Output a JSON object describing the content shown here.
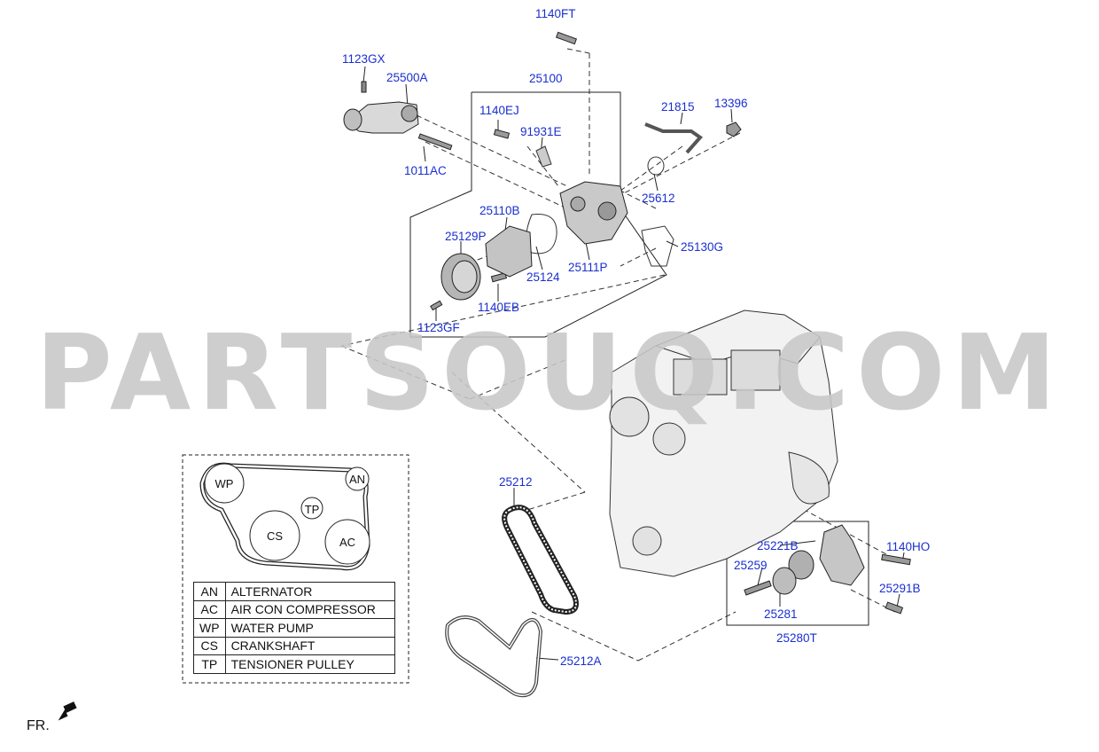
{
  "watermark": "PARTSOUQ.COM",
  "callouts": [
    {
      "id": "1140FT"
    },
    {
      "id": "1123GX"
    },
    {
      "id": "25500A"
    },
    {
      "id": "25100"
    },
    {
      "id": "1140EJ"
    },
    {
      "id": "91931E"
    },
    {
      "id": "21815"
    },
    {
      "id": "13396"
    },
    {
      "id": "1011AC"
    },
    {
      "id": "25612"
    },
    {
      "id": "25110B"
    },
    {
      "id": "25129P"
    },
    {
      "id": "25130G"
    },
    {
      "id": "25124"
    },
    {
      "id": "25111P"
    },
    {
      "id": "1140EB"
    },
    {
      "id": "1123GF"
    },
    {
      "id": "25212"
    },
    {
      "id": "25221B"
    },
    {
      "id": "1140HO"
    },
    {
      "id": "25259"
    },
    {
      "id": "25291B"
    },
    {
      "id": "25281"
    },
    {
      "id": "25280T"
    },
    {
      "id": "25212A"
    }
  ],
  "belt_layout": {
    "pulleys": [
      {
        "code": "WP"
      },
      {
        "code": "AN"
      },
      {
        "code": "TP"
      },
      {
        "code": "CS"
      },
      {
        "code": "AC"
      }
    ]
  },
  "legend": [
    {
      "code": "AN",
      "name": "ALTERNATOR"
    },
    {
      "code": "AC",
      "name": "AIR CON COMPRESSOR"
    },
    {
      "code": "WP",
      "name": "WATER PUMP"
    },
    {
      "code": "CS",
      "name": "CRANKSHAFT"
    },
    {
      "code": "TP",
      "name": "TENSIONER PULLEY"
    }
  ],
  "front_marker": "FR.",
  "colors": {
    "callout": "#1a2fd0",
    "line": "#222222",
    "watermark": "#c8c8c8"
  }
}
